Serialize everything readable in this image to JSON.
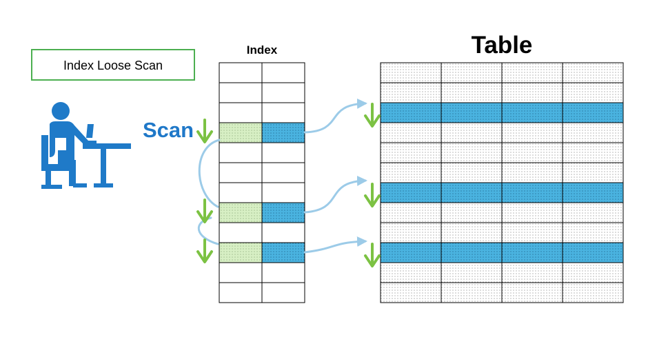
{
  "title_box": {
    "label": "Index Loose Scan"
  },
  "scan_label": "Scan",
  "index": {
    "title": "Index",
    "rows": 12,
    "cols": 2,
    "highlighted_rows": [
      3,
      7,
      9
    ]
  },
  "table": {
    "title": "Table",
    "rows": 12,
    "cols": 4,
    "highlighted_rows": [
      2,
      6,
      9
    ]
  },
  "links": [
    {
      "from_index_row": 3,
      "to_table_row": 2
    },
    {
      "from_index_row": 7,
      "to_table_row": 6
    },
    {
      "from_index_row": 9,
      "to_table_row": 9
    }
  ],
  "colors": {
    "title_box_border": "#4caf50",
    "scan_text": "#1f78c8",
    "person_icon": "#1f7ac8",
    "index_key_highlight": "#d7efc4",
    "row_highlight": "#4ab3e0",
    "arrow_green": "#7cc243",
    "arrow_blue": "#9ccbe8",
    "grid_line": "#000000"
  }
}
